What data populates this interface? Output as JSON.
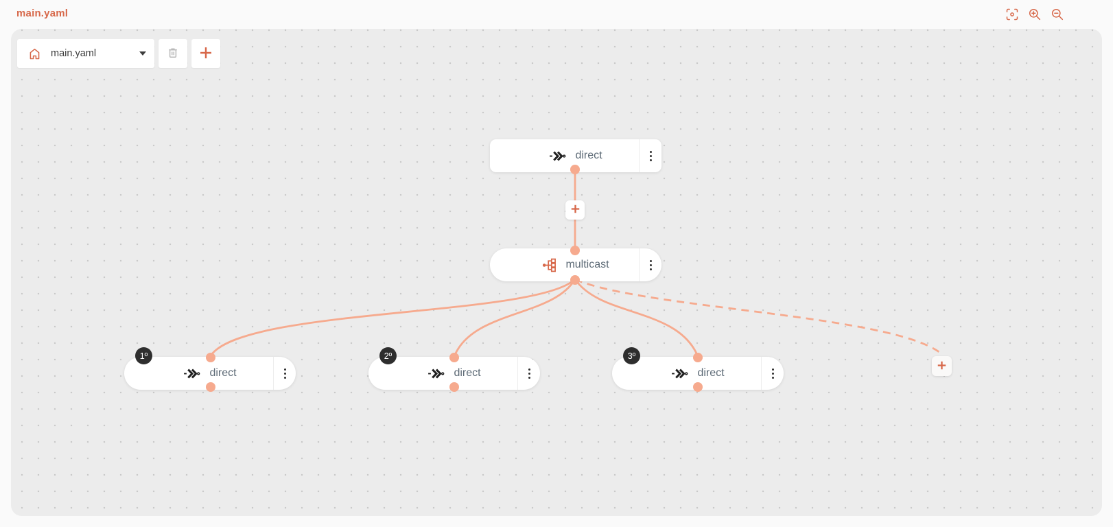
{
  "header": {
    "title": "main.yaml",
    "controls": [
      {
        "name": "fit-to-screen",
        "icon": "focus-icon"
      },
      {
        "name": "zoom-in",
        "icon": "zoom-in-icon"
      },
      {
        "name": "zoom-out",
        "icon": "zoom-out-icon"
      }
    ]
  },
  "toolbar": {
    "route_selector": {
      "value": "main.yaml",
      "icon": "home-icon"
    },
    "delete_button": {
      "icon": "trash-icon",
      "disabled": true
    },
    "add_button": {
      "icon": "plus-icon"
    }
  },
  "flow": {
    "nodes": [
      {
        "id": "start",
        "label": "direct",
        "icon": "direct-endpoint-icon",
        "badge": ""
      },
      {
        "id": "multicast",
        "label": "multicast",
        "icon": "multicast-icon",
        "badge": ""
      },
      {
        "id": "branch-1",
        "label": "direct",
        "icon": "direct-endpoint-icon",
        "badge": "1º"
      },
      {
        "id": "branch-2",
        "label": "direct",
        "icon": "direct-endpoint-icon",
        "badge": "2º"
      },
      {
        "id": "branch-3",
        "label": "direct",
        "icon": "direct-endpoint-icon",
        "badge": "3º"
      }
    ],
    "edges": [
      {
        "from": "start",
        "to": "multicast",
        "style": "solid"
      },
      {
        "from": "multicast",
        "to": "branch-1",
        "style": "solid"
      },
      {
        "from": "multicast",
        "to": "branch-2",
        "style": "solid"
      },
      {
        "from": "multicast",
        "to": "branch-3",
        "style": "solid"
      },
      {
        "from": "multicast",
        "to": "add-step-placeholder",
        "style": "dashed"
      }
    ],
    "add_step_label": "+"
  },
  "colors": {
    "accent": "#d7684a",
    "connector": "#f6aa8e",
    "canvas-bg": "#ececec",
    "page-bg": "#fafafa",
    "node-label": "#5d6a76",
    "badge-bg": "#2e2e2e"
  }
}
